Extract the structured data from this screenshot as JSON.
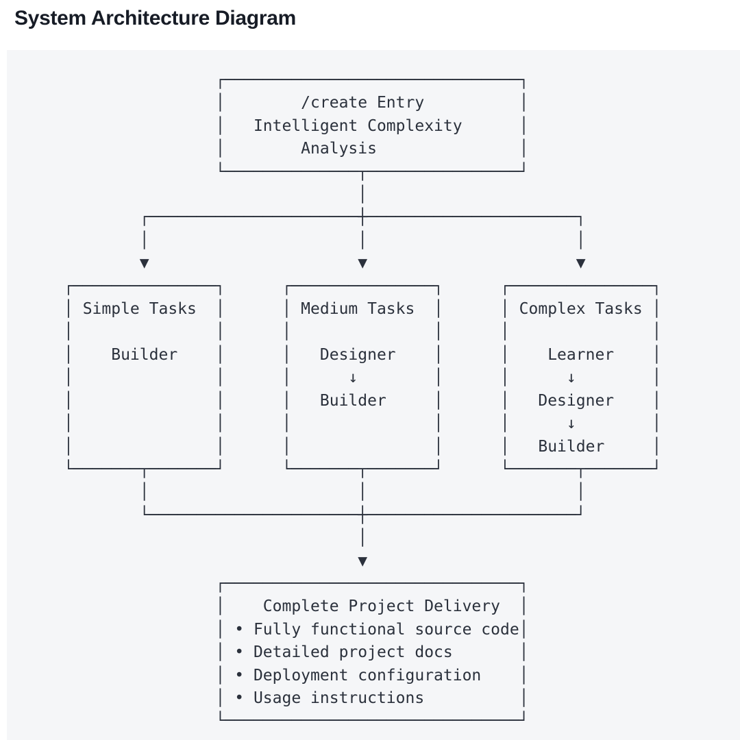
{
  "page": {
    "title": "System Architecture Diagram"
  },
  "colors": {
    "title_ink": "#171c26",
    "panel_bg": "#f5f6f8",
    "diagram_ink": "#2b313c"
  },
  "diagram": {
    "entry_node": {
      "lines": [
        "/create Entry",
        "Intelligent Complexity",
        "Analysis"
      ]
    },
    "branch_nodes": [
      {
        "title": "Simple Tasks",
        "flow": [
          "Builder"
        ]
      },
      {
        "title": "Medium Tasks",
        "flow": [
          "Designer",
          "↓",
          "Builder"
        ]
      },
      {
        "title": "Complex Tasks",
        "flow": [
          "Learner",
          "↓",
          "Designer",
          "↓",
          "Builder"
        ]
      }
    ],
    "delivery_node": {
      "title": "Complete Project Delivery",
      "items": [
        "• Fully functional source code",
        "• Detailed project docs",
        "• Deployment configuration",
        "• Usage instructions"
      ]
    },
    "arrow_glyphs": {
      "branch_arrow": "▼",
      "flow_arrow": "↓"
    },
    "ascii_lines": [
      "                ┌───────────────────────────────┐",
      "                │        /create Entry          │",
      "                │   Intelligent Complexity      │",
      "                │        Analysis               │",
      "                └──────────────┬────────────────┘",
      "                               │",
      "        ┌──────────────────────┼──────────────────────┐",
      "        │                      │                      │",
      "        ▼                      ▼                      ▼",
      "┌───────────────┐      ┌───────────────┐      ┌───────────────┐",
      "│ Simple Tasks  │      │ Medium Tasks  │      │ Complex Tasks │",
      "│               │      │               │      │               │",
      "│    Builder    │      │   Designer    │      │    Learner    │",
      "│               │      │      ↓        │      │      ↓        │",
      "│               │      │   Builder     │      │   Designer    │",
      "│               │      │               │      │      ↓        │",
      "│               │      │               │      │   Builder     │",
      "└───────┬───────┘      └───────┬───────┘      └───────┬───────┘",
      "        │                      │                      │",
      "        └──────────────────────┼──────────────────────┘",
      "                               │",
      "                               ▼",
      "                ┌───────────────────────────────┐",
      "                │    Complete Project Delivery  │",
      "                │ • Fully functional source code│",
      "                │ • Detailed project docs       │",
      "                │ • Deployment configuration    │",
      "                │ • Usage instructions          │",
      "                └───────────────────────────────┘"
    ]
  }
}
